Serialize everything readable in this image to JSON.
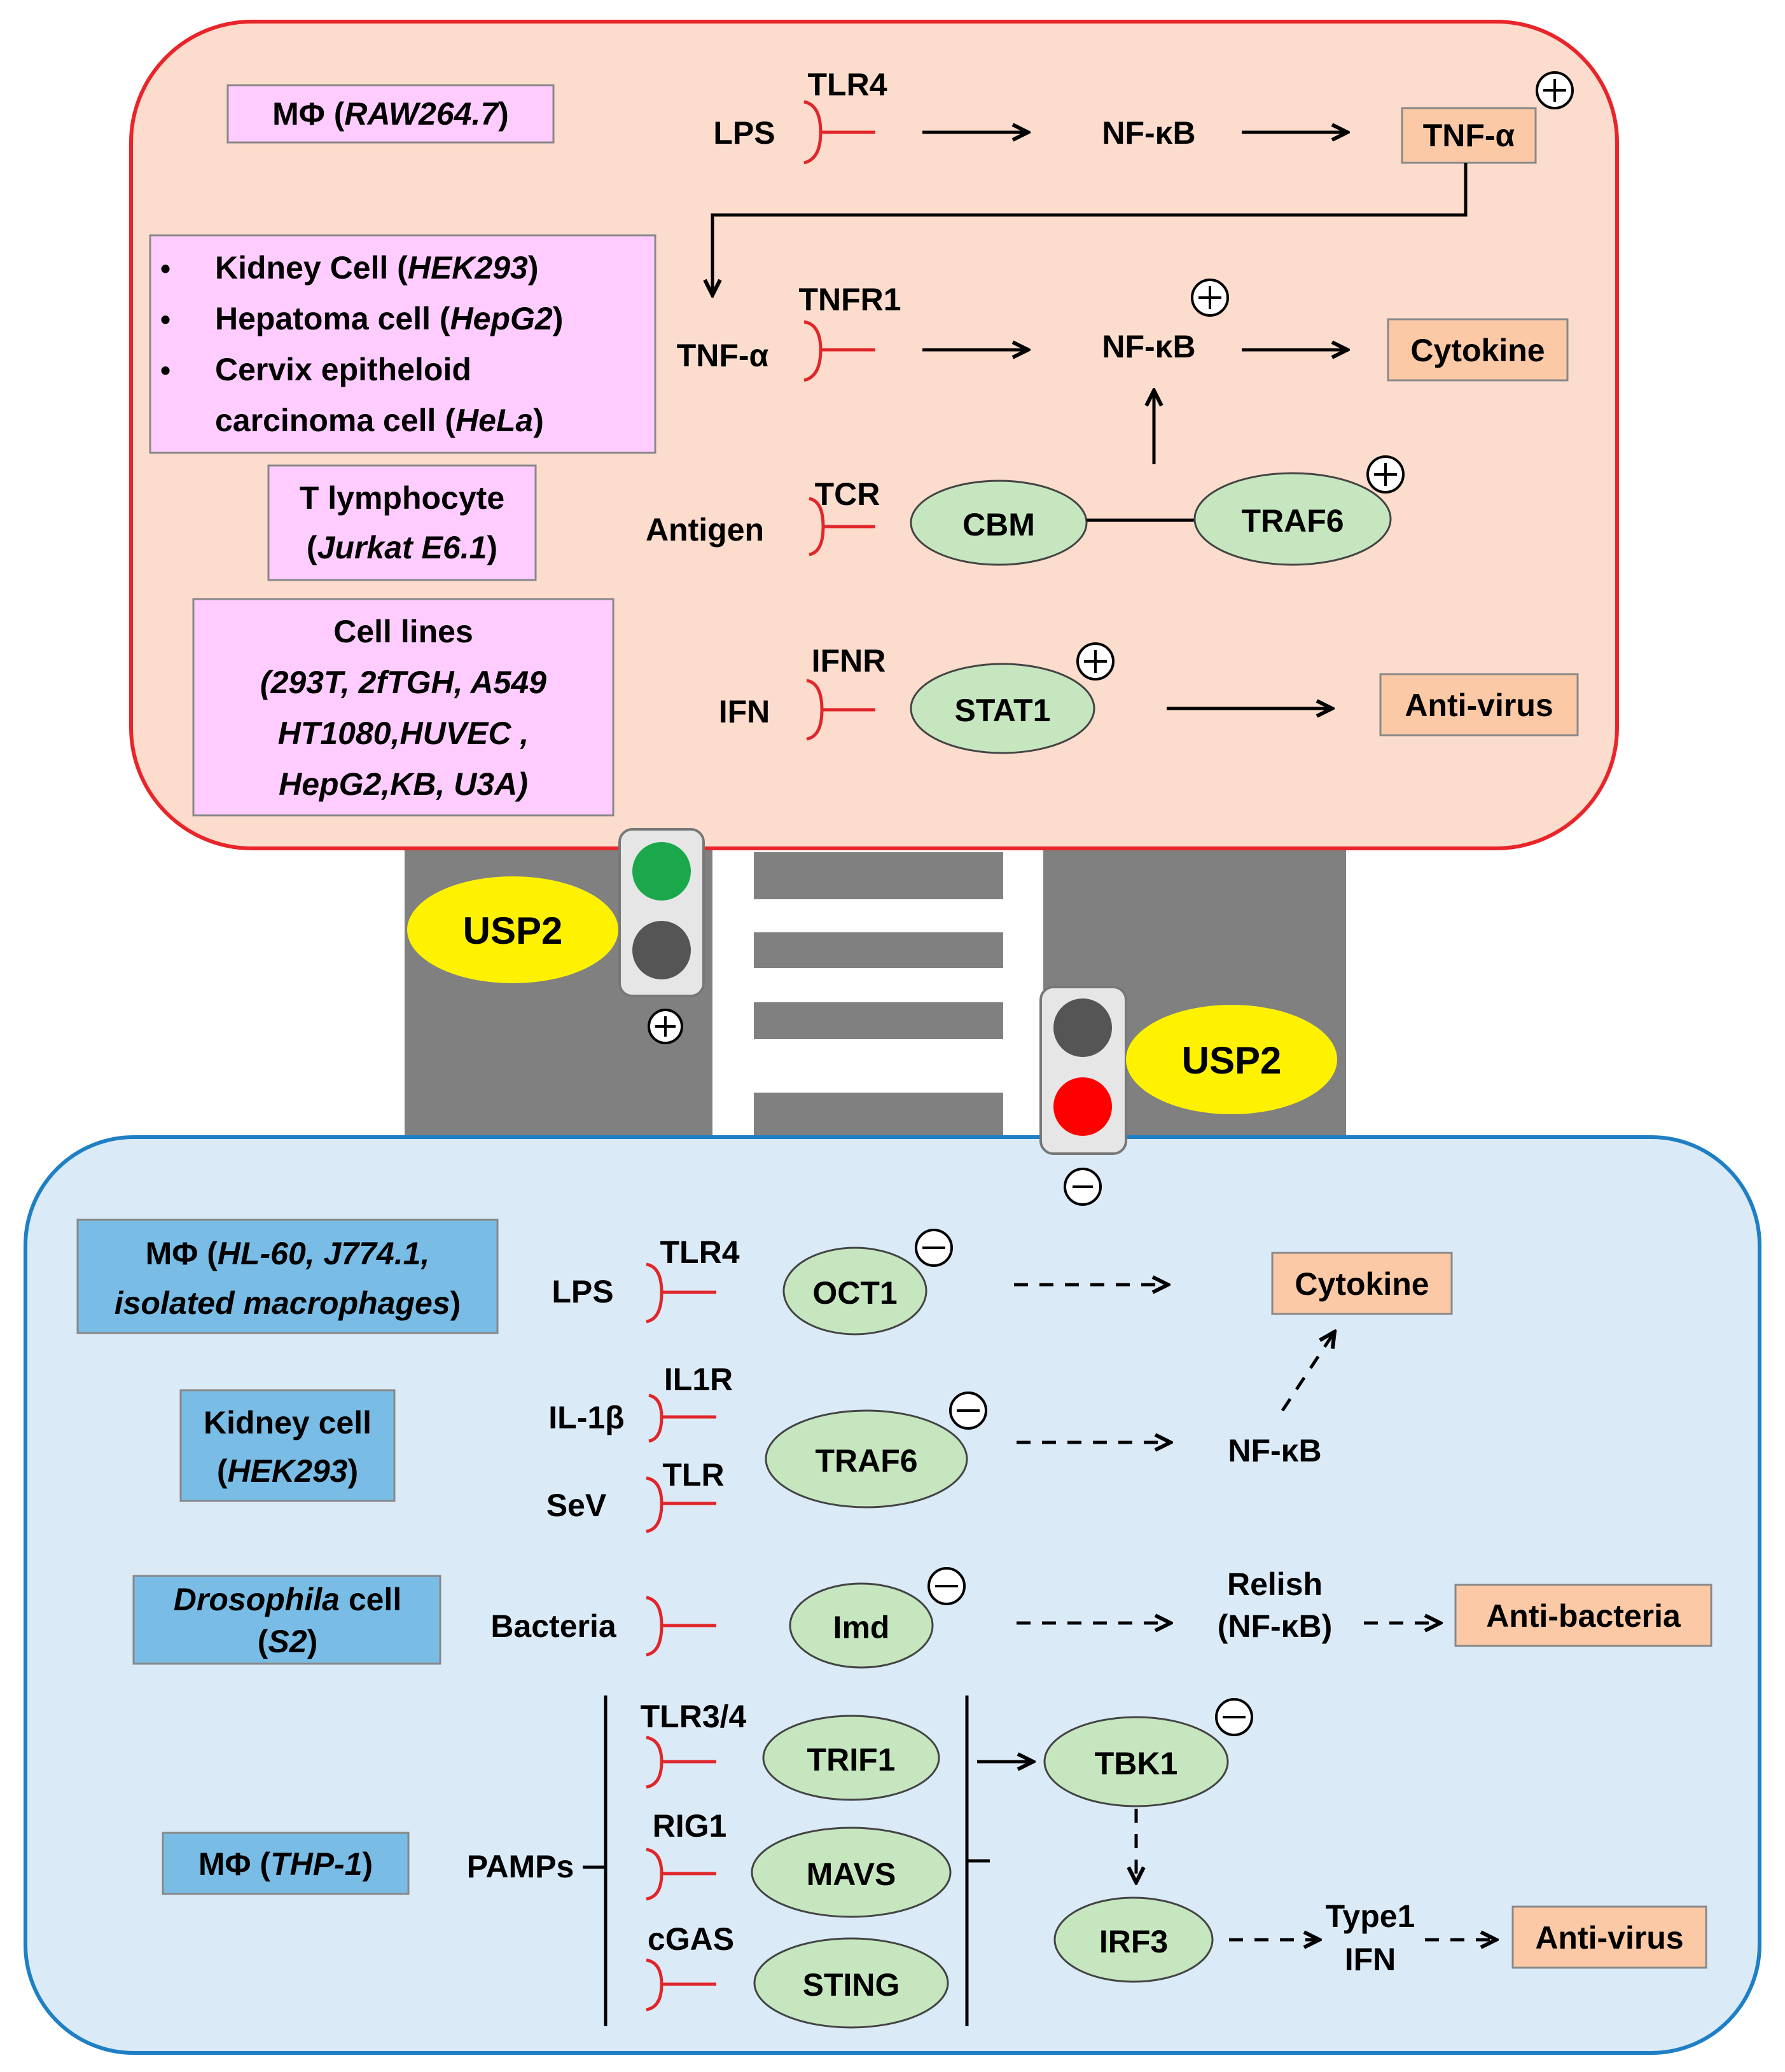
{
  "colors": {
    "top_panel_fill": "#fcdccc",
    "top_panel_border": "#e8252a",
    "bottom_panel_fill": "#dbeaf7",
    "bottom_panel_border": "#1f7fc4",
    "top_cell_box": "#ffccff",
    "bottom_cell_box": "#79bde6",
    "output_box": "#fcc9a6",
    "protein_fill": "#c6e6c0",
    "receptor": "#e0262a",
    "usp2_fill": "#fff200",
    "road": "#808080",
    "light_green": "#1aa84b",
    "light_red": "#ff0000",
    "light_off": "#555555"
  },
  "top": {
    "cells": {
      "macrophage": {
        "prefix": "MΦ (",
        "italic": "RAW264.7",
        "suffix": ")"
      },
      "kidney": [
        {
          "bullet": "•",
          "text": "Kidney Cell (",
          "italic": "HEK293",
          "suffix": ")"
        },
        {
          "bullet": "•",
          "text": "Hepatoma cell (",
          "italic": "HepG2",
          "suffix": ")"
        },
        {
          "bullet": "•",
          "text": "Cervix epitheloid",
          "italic": "",
          "suffix": ""
        },
        {
          "bullet": "",
          "text": "carcinoma cell (",
          "italic": "HeLa",
          "suffix": ")"
        }
      ],
      "t_lymph": {
        "line1": "T lymphocyte",
        "prefix": "(",
        "italic": "Jurkat E6.1",
        "suffix": ")"
      },
      "cell_lines": {
        "line1": "Cell lines",
        "lines": [
          "(293T, 2fTGH, A549",
          "HT1080,HUVEC ,",
          "HepG2,KB, U3A)"
        ]
      }
    },
    "row1": {
      "ligand": "LPS",
      "receptor": "TLR4",
      "node": "NF-κB",
      "output": "TNF-α",
      "sign": "+"
    },
    "row2": {
      "ligand": "TNF-α",
      "receptor": "TNFR1",
      "node": "NF-κB",
      "output": "Cytokine",
      "sign": "+"
    },
    "row3": {
      "ligand": "Antigen",
      "receptor": "TCR",
      "protein1": "CBM",
      "protein2": "TRAF6",
      "sign": "+"
    },
    "row4": {
      "ligand": "IFN",
      "receptor": "IFNR",
      "protein": "STAT1",
      "output": "Anti-virus",
      "sign": "+"
    }
  },
  "middle": {
    "usp2_left": "USP2",
    "usp2_right": "USP2",
    "sign_plus": "+",
    "sign_minus": "−"
  },
  "bottom": {
    "cells": {
      "macrophage": {
        "prefix": "MΦ (",
        "italic1": "HL-60, J774.1,",
        "italic2": "isolated macrophages",
        "suffix": ")"
      },
      "kidney": {
        "line1": "Kidney cell",
        "prefix": "(",
        "italic": "HEK293",
        "suffix": ")"
      },
      "drosophila": {
        "italic": "Drosophila",
        "rest": " cell",
        "prefix": "(",
        "italic2": "S2",
        "suffix": ")"
      },
      "thp1": {
        "prefix": "MΦ (",
        "italic": "THP-1",
        "suffix": ")"
      }
    },
    "row1": {
      "ligand": "LPS",
      "receptor": "TLR4",
      "protein": "OCT1",
      "output": "Cytokine",
      "sign": "−"
    },
    "row2": {
      "ligand1": "IL-1β",
      "receptor1": "IL1R",
      "ligand2": "SeV",
      "receptor2": "TLR",
      "protein": "TRAF6",
      "node": "NF-κB",
      "sign": "−"
    },
    "row3": {
      "ligand": "Bacteria",
      "protein": "Imd",
      "node1": "Relish",
      "node2": "(NF-κB)",
      "output": "Anti-bacteria",
      "sign": "−"
    },
    "row4": {
      "ligand": "PAMPs",
      "receptors": [
        "TLR3/4",
        "RIG1",
        "cGAS"
      ],
      "proteins": [
        "TRIF1",
        "MAVS",
        "STING"
      ],
      "tbk1": "TBK1",
      "irf3": "IRF3",
      "ifn1": "Type1",
      "ifn2": "IFN",
      "output": "Anti-virus",
      "sign": "−"
    }
  }
}
